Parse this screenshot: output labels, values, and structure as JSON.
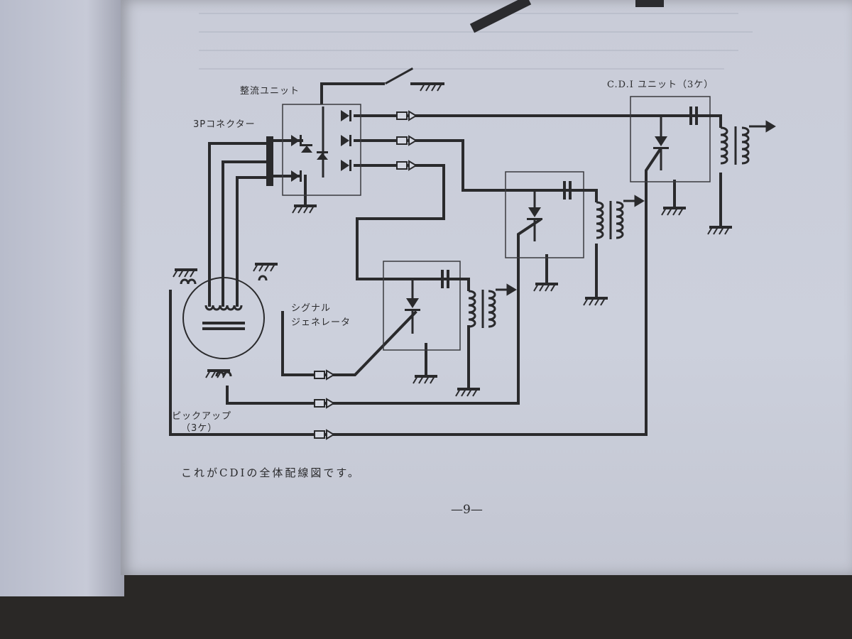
{
  "labels": {
    "rectifier_unit": "整流ユニット",
    "connector_3p": "3Pコネクター",
    "cdi_unit": "C.D.I ユニット（3ケ）",
    "signal_generator_line1": "シグナル",
    "signal_generator_line2": "ジェネレータ",
    "pickup_line1": "ピックアップ",
    "pickup_line2": "（3ケ）"
  },
  "caption": "これがCDIの全体配線図です。",
  "page_number": "—9—"
}
